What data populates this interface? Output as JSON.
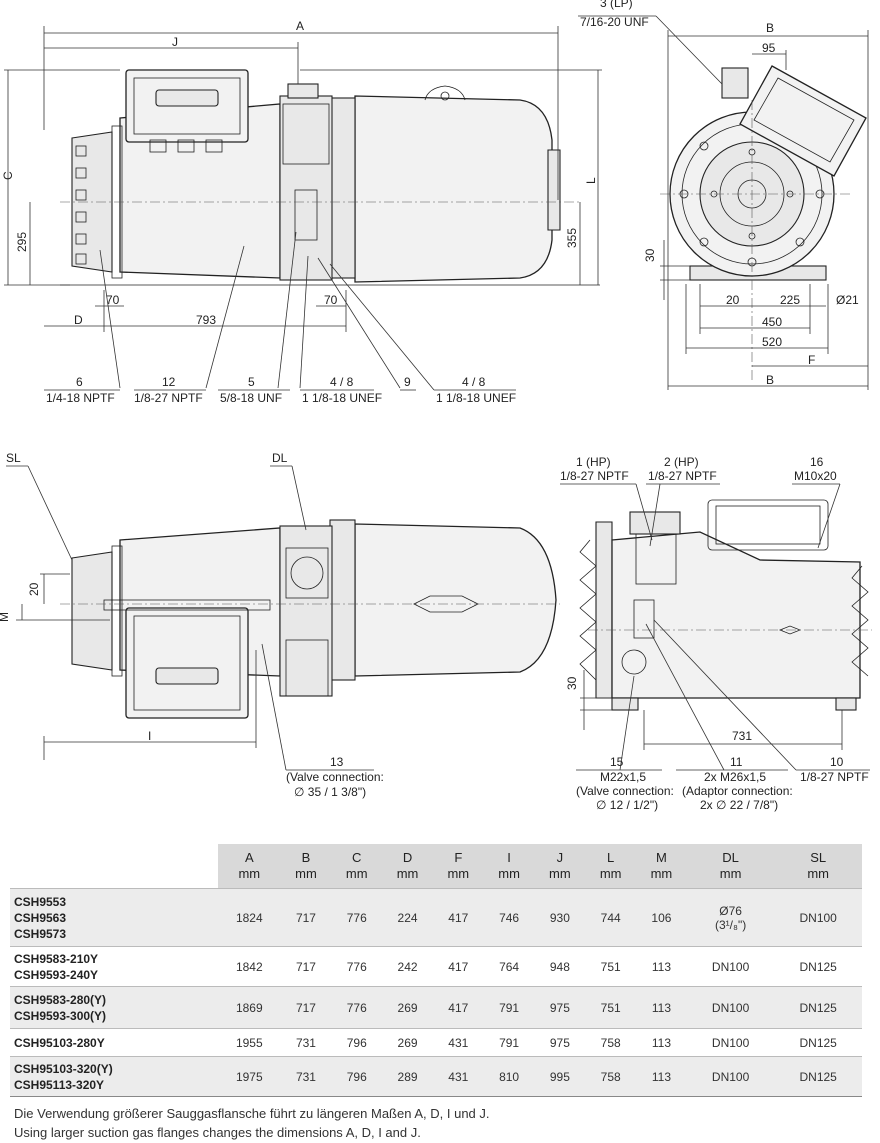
{
  "drawing": {
    "top_left": {
      "dims": [
        "A",
        "J",
        "C",
        "295",
        "70",
        "70",
        "D",
        "793",
        "355",
        "L"
      ],
      "callouts": [
        {
          "num": "6",
          "spec": "1/4-18 NPTF"
        },
        {
          "num": "12",
          "spec": "1/8-27 NPTF"
        },
        {
          "num": "5",
          "spec": "5/8-18 UNF"
        },
        {
          "num": "4 / 8",
          "spec": "1 1/8-18 UNEF"
        },
        {
          "num": "9",
          "spec": ""
        },
        {
          "num": "4 / 8",
          "spec": "1 1/8-18 UNEF"
        }
      ]
    },
    "top_right": {
      "callout": {
        "num": "3 (LP)",
        "spec": "7/16-20 UNF"
      },
      "dims": [
        "B",
        "95",
        "30",
        "20",
        "225",
        "Ø21",
        "450",
        "520",
        "F",
        "B"
      ]
    },
    "bottom_left": {
      "labels": [
        "SL",
        "DL",
        "20",
        "M",
        "I"
      ],
      "callout": {
        "num": "13",
        "spec1": "(Valve connection:",
        "spec2": "∅ 35 / 1 3/8\")"
      }
    },
    "bottom_right": {
      "callouts": [
        {
          "num": "1 (HP)",
          "spec": "1/8-27 NPTF"
        },
        {
          "num": "2 (HP)",
          "spec": "1/8-27 NPTF"
        },
        {
          "num": "16",
          "spec": "M10x20"
        },
        {
          "num": "15",
          "spec1": "M22x1,5",
          "spec2": "(Valve connection:",
          "spec3": "∅ 12 / 1/2\")"
        },
        {
          "num": "11",
          "spec1": "2x M26x1,5",
          "spec2": "(Adaptor connection:",
          "spec3": "2x ∅ 22 / 7/8\")"
        },
        {
          "num": "10",
          "spec": "1/8-27 NPTF"
        }
      ],
      "dims": [
        "30",
        "731"
      ]
    }
  },
  "table": {
    "headers": [
      {
        "letter": "A",
        "unit": "mm"
      },
      {
        "letter": "B",
        "unit": "mm"
      },
      {
        "letter": "C",
        "unit": "mm"
      },
      {
        "letter": "D",
        "unit": "mm"
      },
      {
        "letter": "F",
        "unit": "mm"
      },
      {
        "letter": "I",
        "unit": "mm"
      },
      {
        "letter": "J",
        "unit": "mm"
      },
      {
        "letter": "L",
        "unit": "mm"
      },
      {
        "letter": "M",
        "unit": "mm"
      },
      {
        "letter": "DL",
        "unit": "mm"
      },
      {
        "letter": "SL",
        "unit": "mm"
      }
    ],
    "rows": [
      {
        "models": [
          "CSH9553",
          "CSH9563",
          "CSH9573"
        ],
        "values": [
          "1824",
          "717",
          "776",
          "224",
          "417",
          "746",
          "930",
          "744",
          "106",
          "Ø76",
          "DN100"
        ],
        "dl_extra": "(3¹/₈\")"
      },
      {
        "models": [
          "CSH9583-210Y",
          "CSH9593-240Y"
        ],
        "values": [
          "1842",
          "717",
          "776",
          "242",
          "417",
          "764",
          "948",
          "751",
          "113",
          "DN100",
          "DN125"
        ],
        "dl_extra": ""
      },
      {
        "models": [
          "CSH9583-280(Y)",
          "CSH9593-300(Y)"
        ],
        "values": [
          "1869",
          "717",
          "776",
          "269",
          "417",
          "791",
          "975",
          "751",
          "113",
          "DN100",
          "DN125"
        ],
        "dl_extra": ""
      },
      {
        "models": [
          "CSH95103-280Y"
        ],
        "values": [
          "1955",
          "731",
          "796",
          "269",
          "431",
          "791",
          "975",
          "758",
          "113",
          "DN100",
          "DN125"
        ],
        "dl_extra": ""
      },
      {
        "models": [
          "CSH95103-320(Y)",
          "CSH95113-320Y"
        ],
        "values": [
          "1975",
          "731",
          "796",
          "289",
          "431",
          "810",
          "995",
          "758",
          "113",
          "DN100",
          "DN125"
        ],
        "dl_extra": ""
      }
    ]
  },
  "notes": {
    "de": "Die Verwendung größerer Sauggasflansche führt zu längeren Maßen A, D, I und J.",
    "en": "Using larger suction gas flanges changes the dimensions A, D, I and J."
  }
}
